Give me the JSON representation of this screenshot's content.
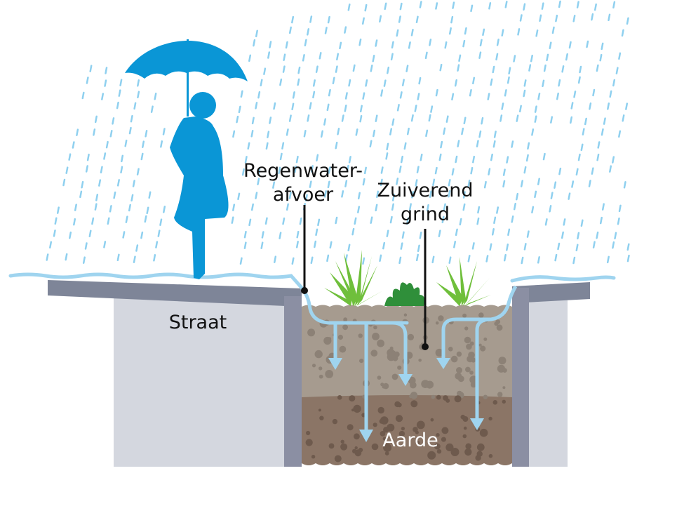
{
  "labels": {
    "drain_line1": "Regenwater-",
    "drain_line2": "afvoer",
    "gravel_line1": "Zuiverend",
    "gravel_line2": "grind",
    "street": "Straat",
    "soil": "Aarde"
  },
  "colors": {
    "rain": "#8fd0ef",
    "person": "#0a96d6",
    "water_line": "#9fd4ef",
    "street_top": "#7e8598",
    "street_block": "#d4d7df",
    "wall": "#8b8fa3",
    "gravel": "#a69b8f",
    "soil": "#8b7566",
    "plant_light": "#6fbf3b",
    "plant_dark": "#2f8f3a",
    "text_dark": "#111111",
    "text_light": "#ffffff"
  }
}
